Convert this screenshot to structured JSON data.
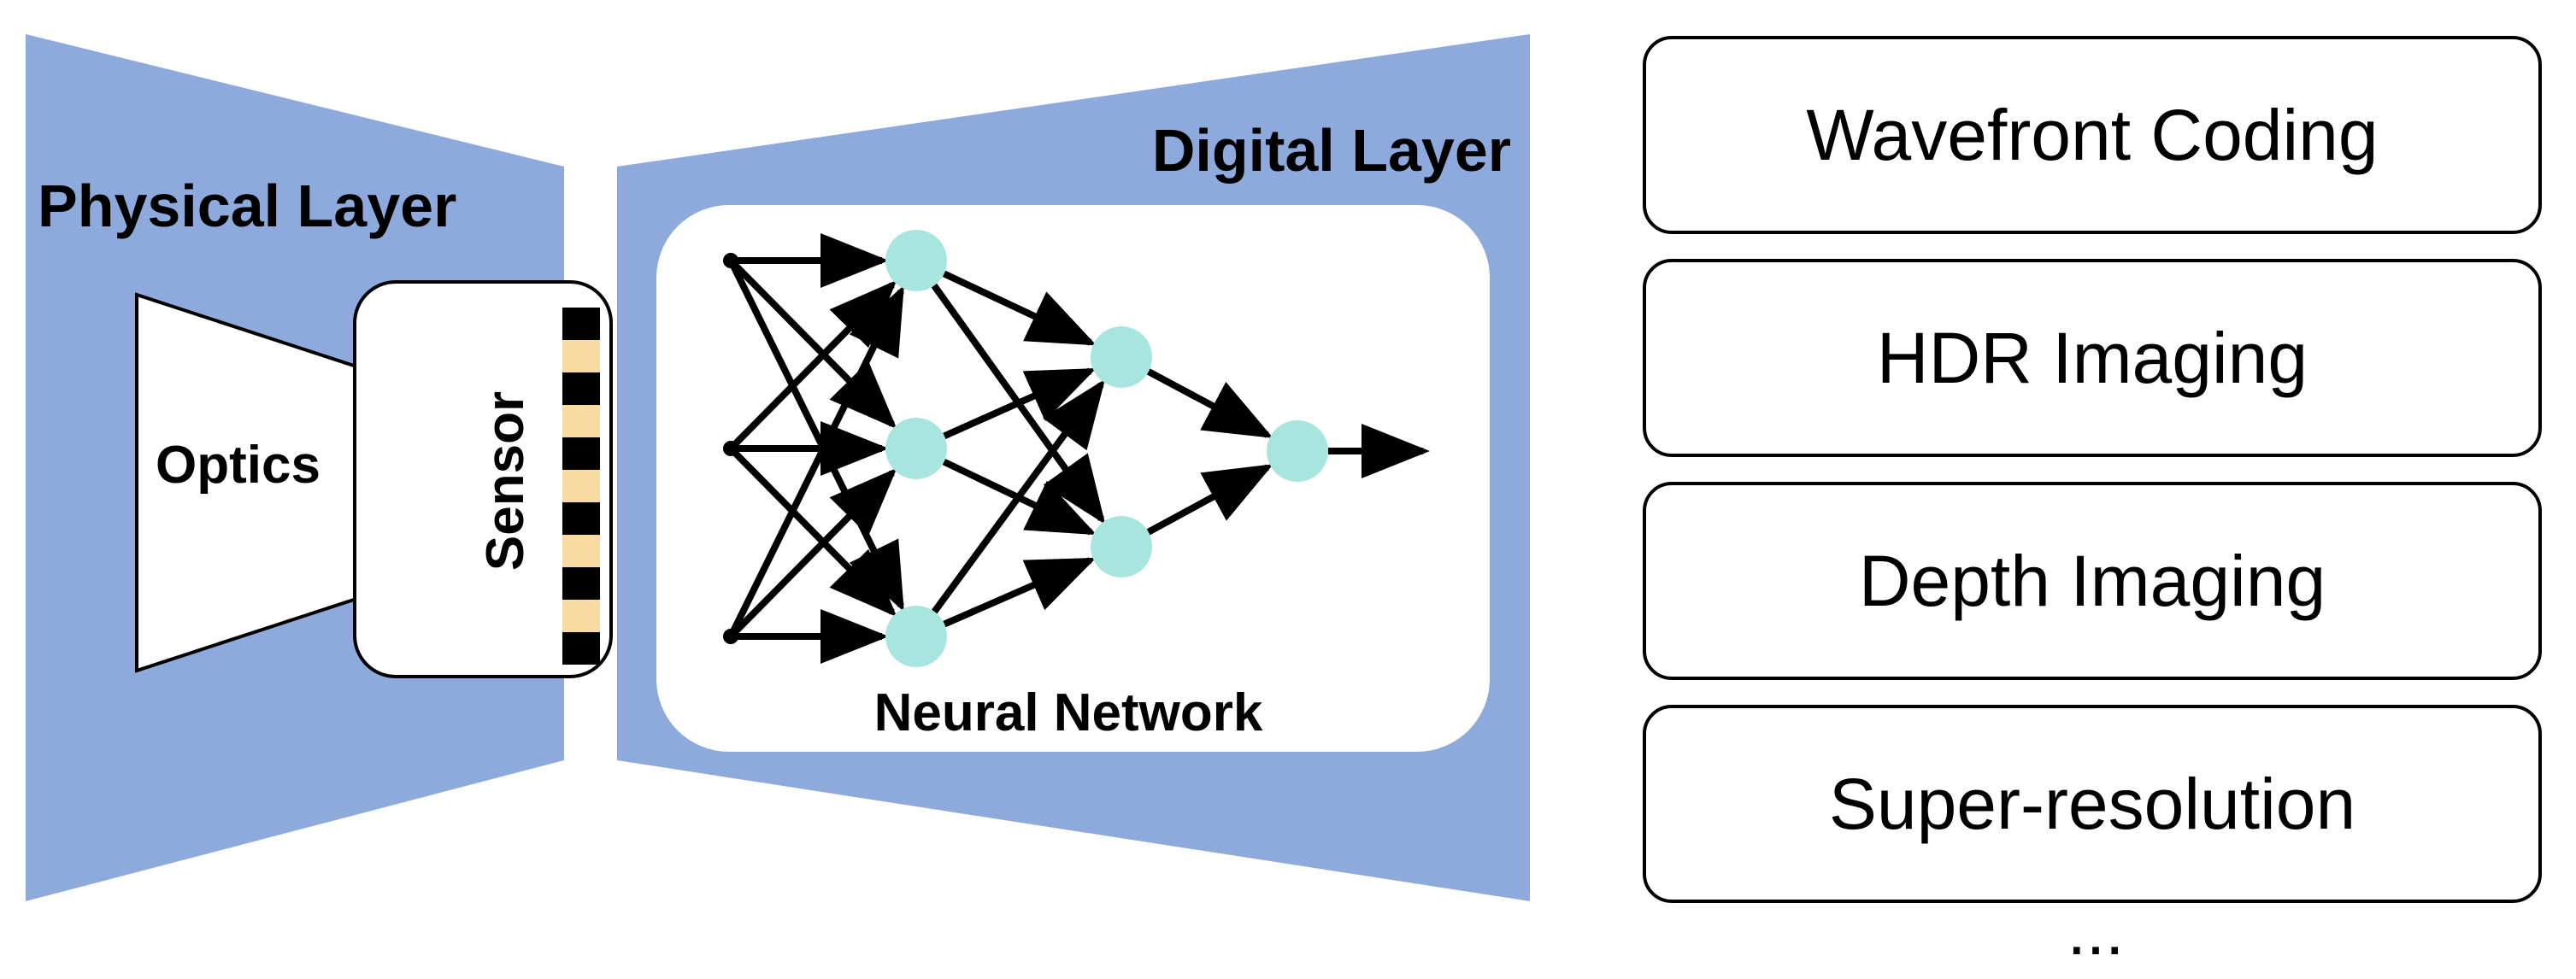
{
  "colors": {
    "layer_fill": "#8eaadd",
    "node_fill": "#a9e5df",
    "sensor_dark": "#000000",
    "sensor_light": "#f7dba1",
    "stroke": "#000000"
  },
  "physical_layer": {
    "title": "Physical Layer",
    "optics_label": "Optics",
    "sensor_label": "Sensor"
  },
  "digital_layer": {
    "title": "Digital Layer",
    "network_label": "Neural Network",
    "network_layers": [
      3,
      3,
      2,
      1,
      1
    ]
  },
  "applications": {
    "items": [
      "Wavefront Coding",
      "HDR Imaging",
      "Depth Imaging",
      "Super-resolution"
    ],
    "more": "..."
  }
}
